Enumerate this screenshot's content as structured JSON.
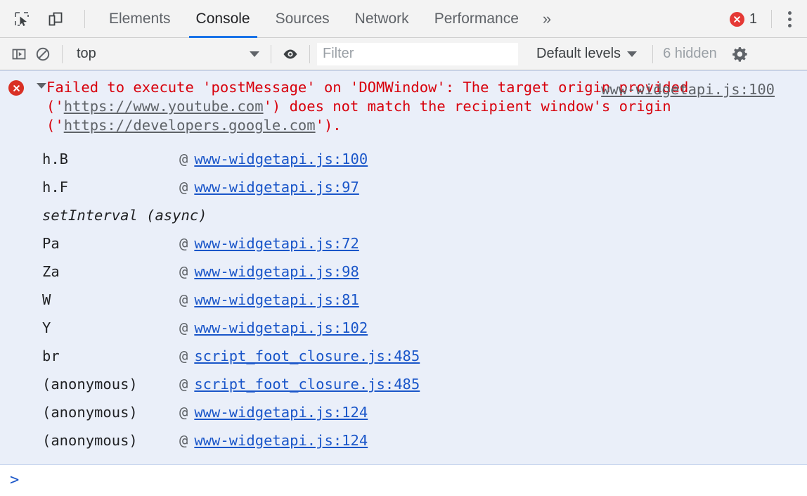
{
  "tabbar": {
    "icons": [
      {
        "name": "inspect-element-icon",
        "label": "Inspect element"
      },
      {
        "name": "device-toolbar-icon",
        "label": "Toggle device toolbar"
      }
    ],
    "tabs": [
      {
        "label": "Elements",
        "active": false
      },
      {
        "label": "Console",
        "active": true
      },
      {
        "label": "Sources",
        "active": false
      },
      {
        "label": "Network",
        "active": false
      },
      {
        "label": "Performance",
        "active": false
      }
    ],
    "more_tabs_glyph": "»",
    "error_count": "1",
    "error_badge_color": "#e53935",
    "kebab_label": "Customize and control DevTools"
  },
  "console_toolbar": {
    "sidebar_toggle_icon": "console-sidebar-icon",
    "clear_icon": "clear-console-icon",
    "context": "top",
    "eye_icon": "live-expression-eye-icon",
    "filter": {
      "value": "",
      "placeholder": "Filter"
    },
    "levels_label": "Default levels",
    "hidden_label": "6 hidden",
    "settings_icon": "gear-icon"
  },
  "console": {
    "error": {
      "icon": "error-circle-icon",
      "expanded": true,
      "message_parts": [
        {
          "text": "Failed to execute 'postMessage' on 'DOMWindow': The target origin provided ('",
          "type": "text"
        },
        {
          "text": "https://www.youtube.com",
          "type": "url"
        },
        {
          "text": "') does not match the recipient window's origin ('",
          "type": "text"
        },
        {
          "text": "https://developers.google.com",
          "type": "url"
        },
        {
          "text": "').",
          "type": "text"
        }
      ],
      "message_full": "Failed to execute 'postMessage' on 'DOMWindow': The target origin provided ('https://www.youtube.com') does not match the recipient window's origin ('https://developers.google.com').",
      "source_link": "www-widgetapi.js:100",
      "background_color": "#eaeff9",
      "text_color": "#d8000c",
      "link_color": "#1a56c9",
      "stack": [
        {
          "fn": "h.B",
          "at": "@",
          "link": "www-widgetapi.js:100",
          "async": false
        },
        {
          "fn": "h.F",
          "at": "@",
          "link": "www-widgetapi.js:97",
          "async": false
        },
        {
          "fn": "setInterval (async)",
          "at": "",
          "link": "",
          "async": true
        },
        {
          "fn": "Pa",
          "at": "@",
          "link": "www-widgetapi.js:72",
          "async": false
        },
        {
          "fn": "Za",
          "at": "@",
          "link": "www-widgetapi.js:98",
          "async": false
        },
        {
          "fn": "W",
          "at": "@",
          "link": "www-widgetapi.js:81",
          "async": false
        },
        {
          "fn": "Y",
          "at": "@",
          "link": "www-widgetapi.js:102",
          "async": false
        },
        {
          "fn": "br",
          "at": "@",
          "link": "script_foot_closure.js:485",
          "async": false
        },
        {
          "fn": "(anonymous)",
          "at": "@",
          "link": "script_foot_closure.js:485",
          "async": false
        },
        {
          "fn": "(anonymous)",
          "at": "@",
          "link": "www-widgetapi.js:124",
          "async": false
        },
        {
          "fn": "(anonymous)",
          "at": "@",
          "link": "www-widgetapi.js:124",
          "async": false
        }
      ]
    },
    "prompt": {
      "chevron": ">",
      "value": ""
    }
  }
}
